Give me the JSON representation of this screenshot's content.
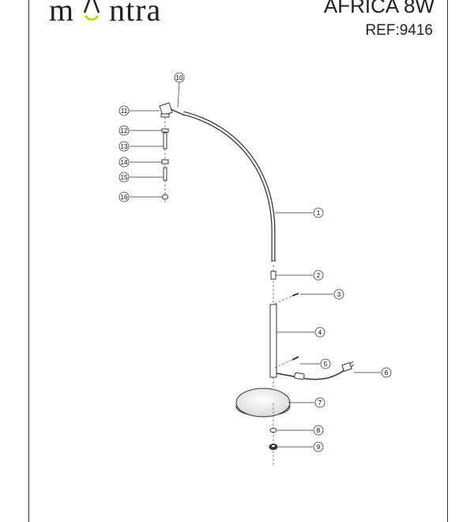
{
  "header": {
    "brand_left": "m",
    "brand_right": "ntra",
    "product_title": "AFRICA 8W",
    "reference": "REF:9416"
  },
  "parts": {
    "p1": "1",
    "p2": "2",
    "p3": "3",
    "p4": "4",
    "p5": "5",
    "p6": "6",
    "p7": "7",
    "p8": "8",
    "p9": "9",
    "p10": "10",
    "p11": "11",
    "p12": "12",
    "p13": "13",
    "p14": "14",
    "p15": "15",
    "p16": "16"
  },
  "colors": {
    "line": "#333333",
    "accent": "#c8d400"
  }
}
